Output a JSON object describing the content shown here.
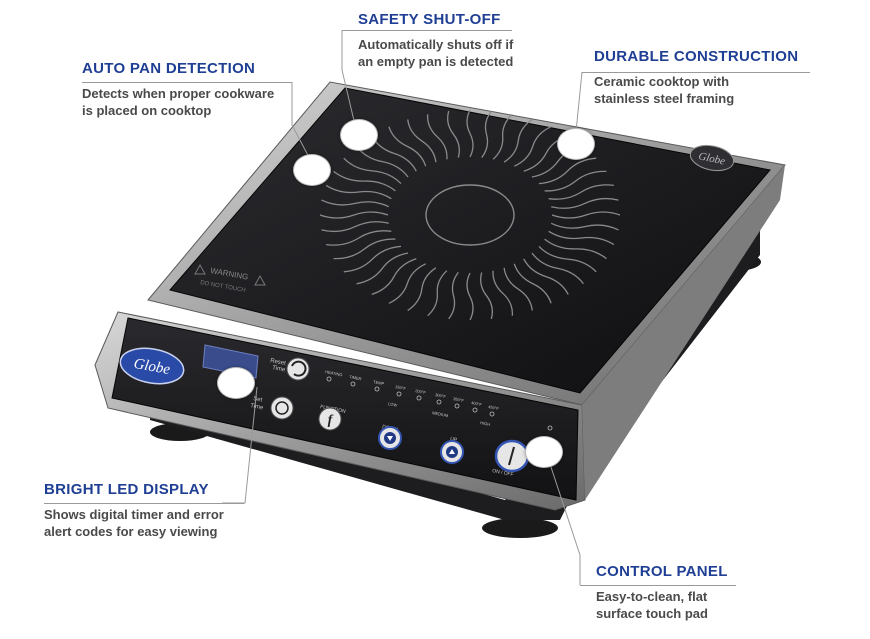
{
  "callouts": {
    "safety": {
      "title": "SAFETY SHUT-OFF",
      "desc_1": "Automatically shuts off if",
      "desc_2": "an empty pan is detected"
    },
    "auto_pan": {
      "title": "AUTO PAN DETECTION",
      "desc_1": "Detects when proper cookware",
      "desc_2": "is placed on cooktop"
    },
    "durable": {
      "title": "DURABLE CONSTRUCTION",
      "desc_1": "Ceramic cooktop with",
      "desc_2": "stainless steel framing"
    },
    "led": {
      "title": "BRIGHT LED DISPLAY",
      "desc_1": "Shows digital timer and error",
      "desc_2": "alert codes for easy viewing"
    },
    "control": {
      "title": "CONTROL PANEL",
      "desc_1": "Easy-to-clean, flat",
      "desc_2": "surface touch pad"
    }
  },
  "product": {
    "brand": "Globe",
    "warning_title": "WARNING",
    "warning_sub": "DO NOT TOUCH",
    "panel": {
      "reset_1": "Reset",
      "reset_2": "Time",
      "set_1": "Set",
      "set_2": "Time",
      "function": "FUNCTION",
      "heating": "HEATING",
      "timer": "TIMER",
      "temp": "TEMP",
      "temps": [
        "150°F",
        "200°F",
        "300°F",
        "350°F",
        "400°F",
        "450°F"
      ],
      "low": "LOW",
      "medium": "MEDIUM",
      "high": "HIGH",
      "down": "DOWN",
      "up": "UP",
      "on_off": "ON / OFF"
    }
  },
  "colors": {
    "title_blue": "#1f3f94",
    "desc_gray": "#4a4a4a",
    "brand_blue": "#2a4aa8"
  }
}
